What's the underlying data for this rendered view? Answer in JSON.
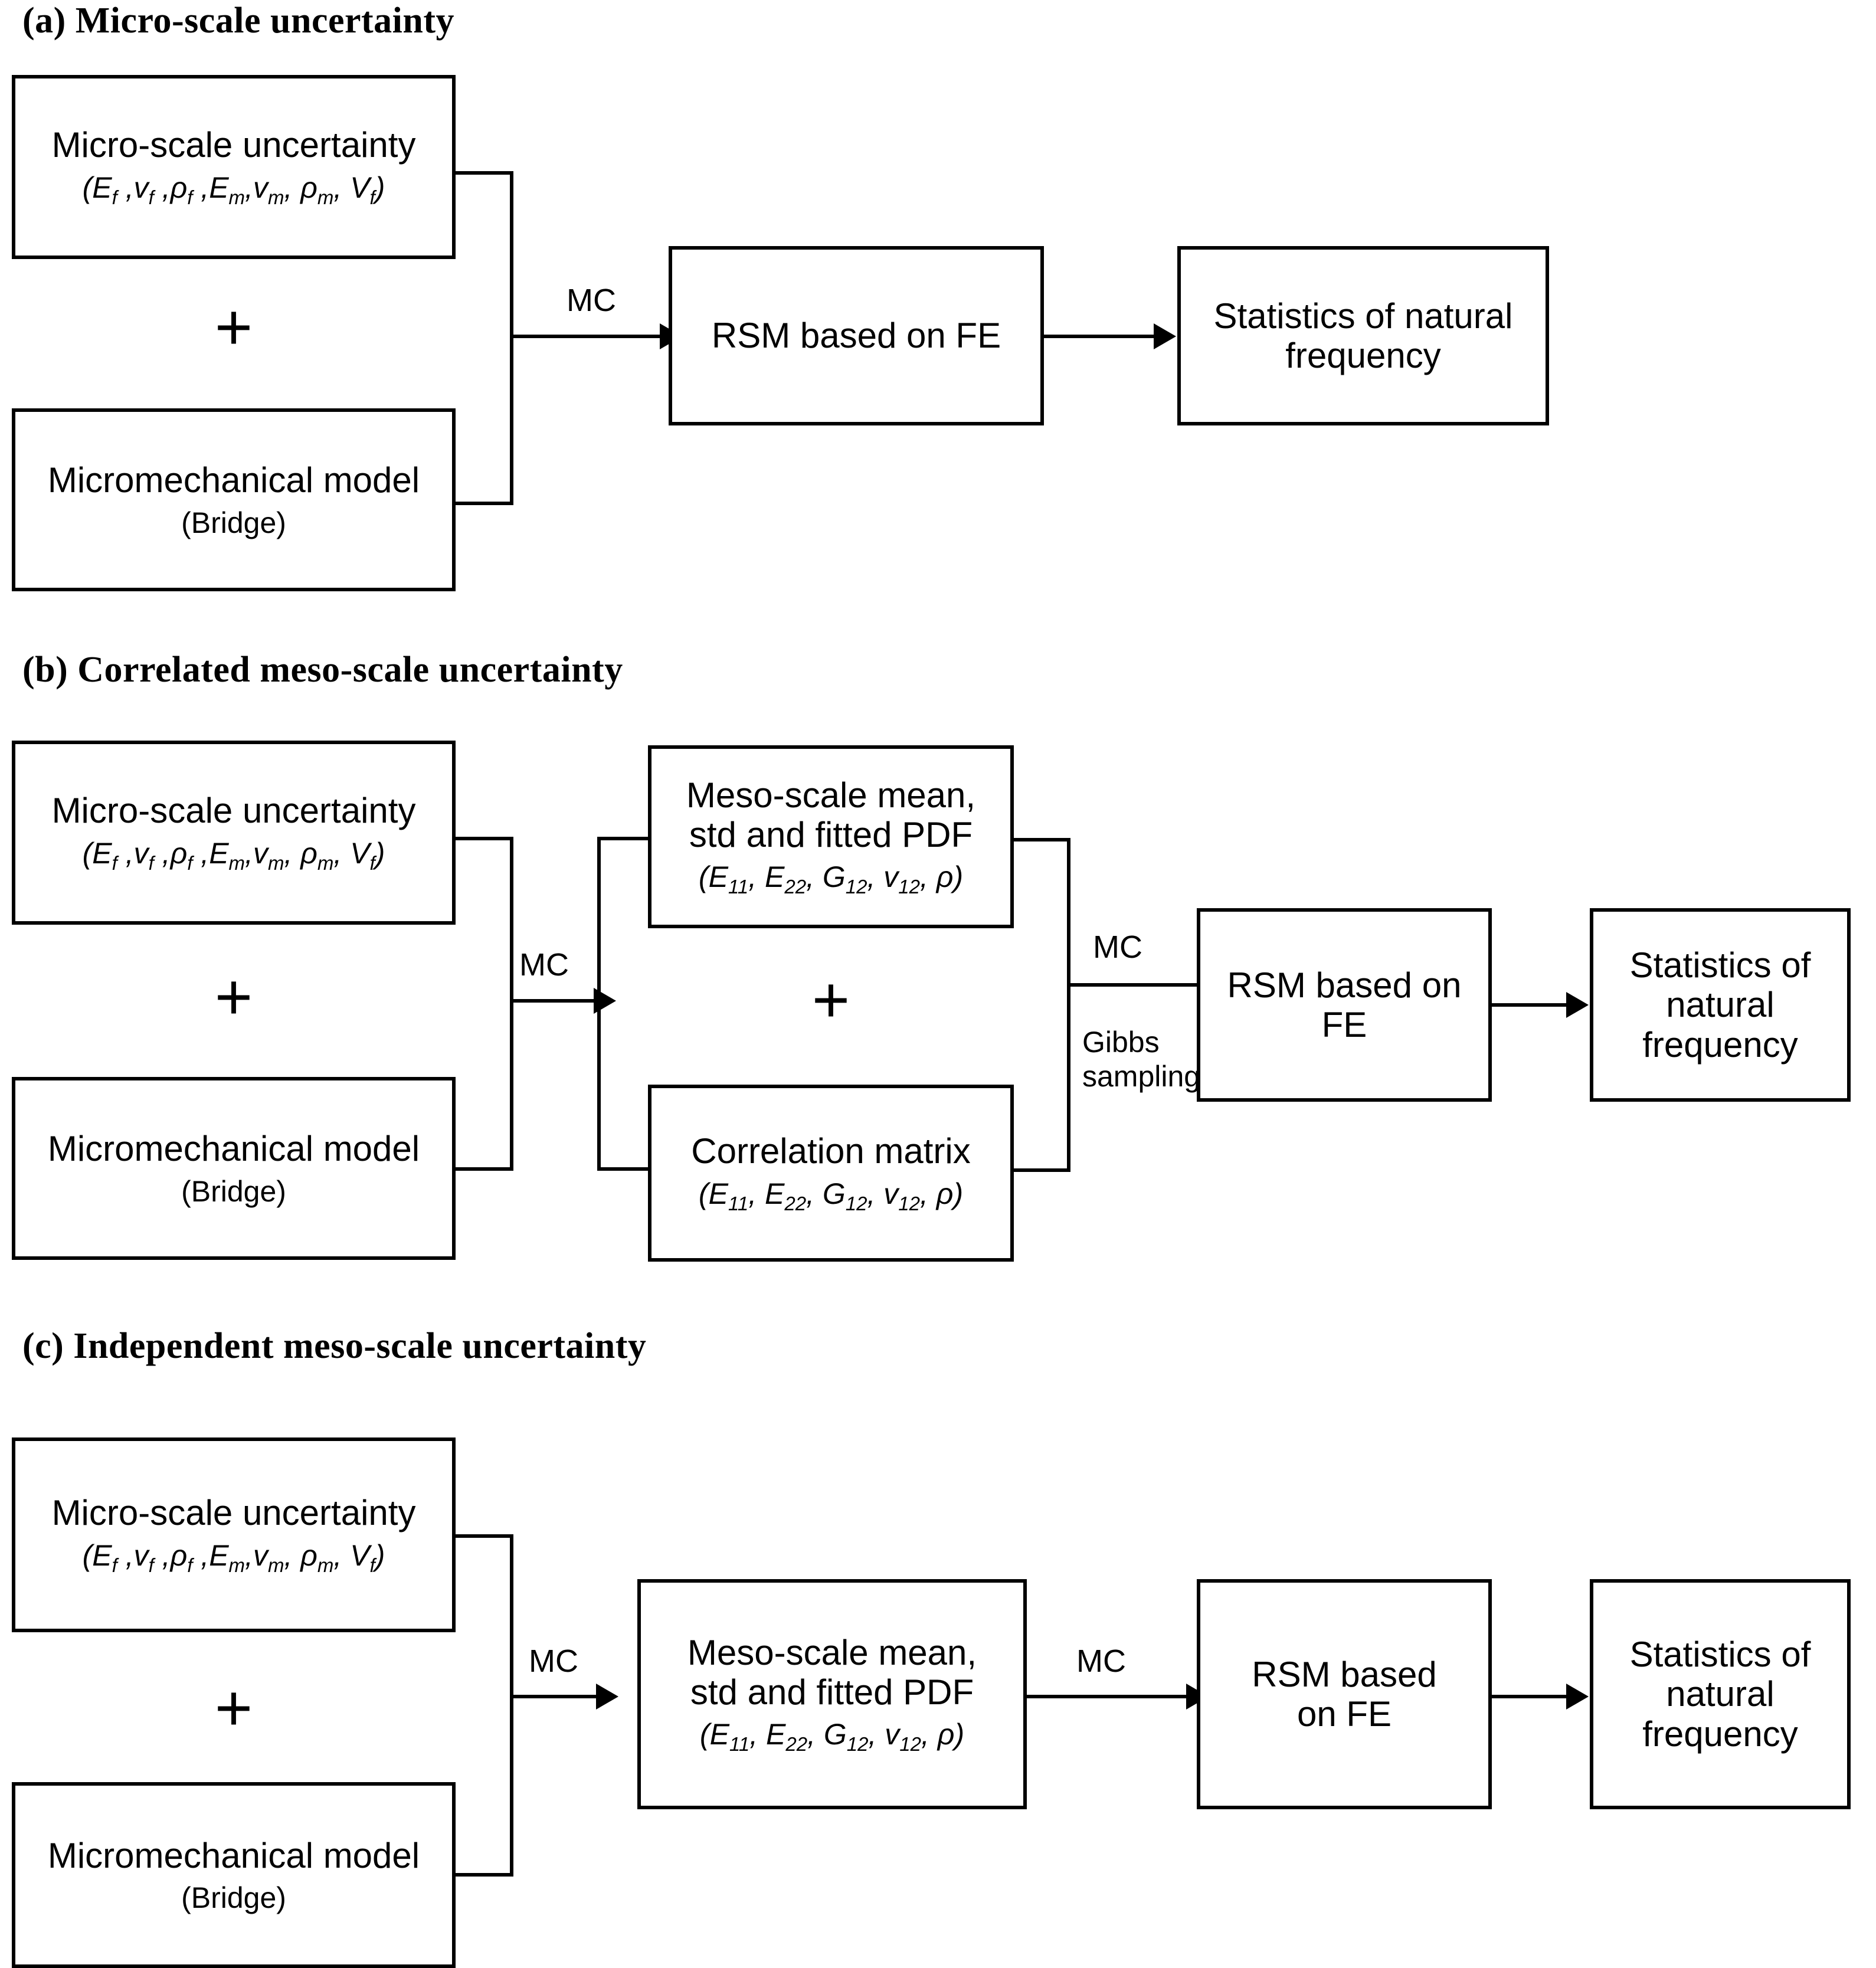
{
  "figure": {
    "type": "flowchart",
    "panels": [
      {
        "id": "a",
        "title": "(a) Micro-scale uncertainty",
        "boxes": {
          "micro_uncertainty": {
            "main": "Micro-scale uncertainty",
            "sub": "(Ef ,vf ,ρf ,Em,vm, ρm,Vf)"
          },
          "micromechanical_model": {
            "main": "Micromechanical model",
            "sub": "(Bridge)"
          },
          "rsm": {
            "main": "RSM based on FE"
          },
          "statistics": {
            "main": "Statistics of natural\nfrequency"
          }
        },
        "plus": "+",
        "edge_labels": {
          "mc1": "MC"
        }
      },
      {
        "id": "b",
        "title": "(b) Correlated meso-scale uncertainty",
        "boxes": {
          "micro_uncertainty": {
            "main": "Micro-scale uncertainty",
            "sub": "(Ef ,vf ,ρf ,Em,vm, ρm,Vf)"
          },
          "micromechanical_model": {
            "main": "Micromechanical model",
            "sub": "(Bridge)"
          },
          "meso_pdf": {
            "main": "Meso-scale mean,\nstd and fitted PDF",
            "sub": "(E11, E22, G12, v12, ρ)"
          },
          "correlation_matrix": {
            "main": "Correlation matrix",
            "sub": "(E11, E22, G12, v12, ρ)"
          },
          "rsm": {
            "main": "RSM based on\nFE"
          },
          "statistics": {
            "main": "Statistics of\nnatural\nfrequency"
          }
        },
        "plus_left": "+",
        "plus_mid": "+",
        "edge_labels": {
          "mc1": "MC",
          "mc2": "MC",
          "gibbs": "Gibbs\nsampling"
        }
      },
      {
        "id": "c",
        "title": "(c) Independent meso-scale uncertainty",
        "boxes": {
          "micro_uncertainty": {
            "main": "Micro-scale uncertainty",
            "sub": "(Ef ,vf ,ρf ,Em,vm, ρm,Vf)"
          },
          "micromechanical_model": {
            "main": "Micromechanical model",
            "sub": "(Bridge)"
          },
          "meso_pdf": {
            "main": "Meso-scale mean,\nstd and fitted PDF",
            "sub": "(E11, E22, G12, v12, ρ)"
          },
          "rsm": {
            "main": "RSM based\non FE"
          },
          "statistics": {
            "main": "Statistics of\nnatural\nfrequency"
          }
        },
        "plus": "+",
        "edge_labels": {
          "mc1": "MC",
          "mc2": "MC"
        }
      }
    ],
    "colors": {
      "stroke": "#000000",
      "background": "#ffffff"
    }
  }
}
